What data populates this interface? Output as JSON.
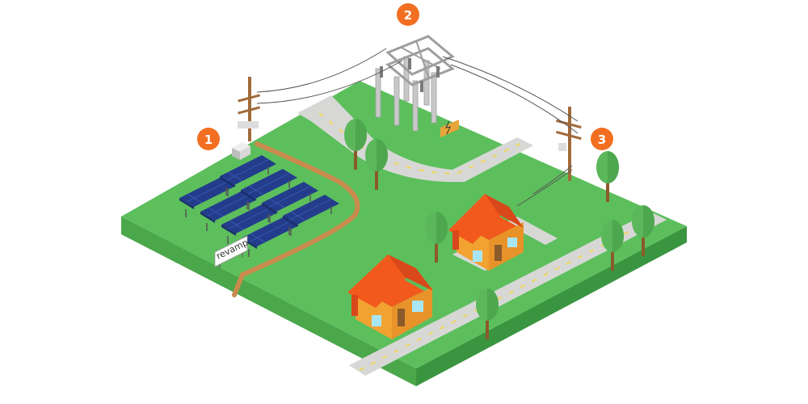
{
  "markers": [
    {
      "label": "1"
    },
    {
      "label": "2"
    },
    {
      "label": "3"
    }
  ],
  "sign": {
    "text": "revamp"
  },
  "colors": {
    "marker": "#f26f21",
    "grass_top": "#5cbf5c",
    "grass_left": "#4aa74a",
    "grass_right": "#3a9540",
    "road": "#d7d8d6",
    "road_dash": "#f0d65a",
    "dirt_path": "#c98a4d",
    "solar_panel": "#233d8c",
    "house_wall": "#f2a231",
    "house_roof": "#f25a1d",
    "tree": "#5ab75a",
    "trunk": "#8b5a2b",
    "pole": "#a06a3a"
  }
}
